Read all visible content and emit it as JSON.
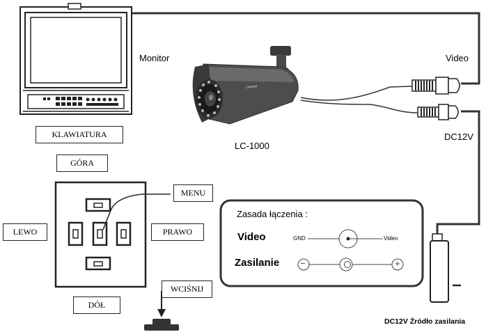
{
  "labels": {
    "monitor": "Monitor",
    "video": "Video",
    "dc12v": "DC12V",
    "camera_model": "LC-1000",
    "camera_brand": "Longse",
    "power_source": "DC12V Źródło zasilania"
  },
  "keypad": {
    "title": "KLAWIATURA",
    "up": "GÓRA",
    "down": "DÓŁ",
    "left": "LEWO",
    "right": "PRAWO",
    "menu": "MENU",
    "press": "WCIŚNIJ"
  },
  "legend": {
    "title": "Zasada łączenia :",
    "video_label": "Video",
    "power_label": "Zasilanie",
    "gnd": "GND",
    "video_pin": "Video",
    "minus": "−",
    "plus": "+"
  }
}
